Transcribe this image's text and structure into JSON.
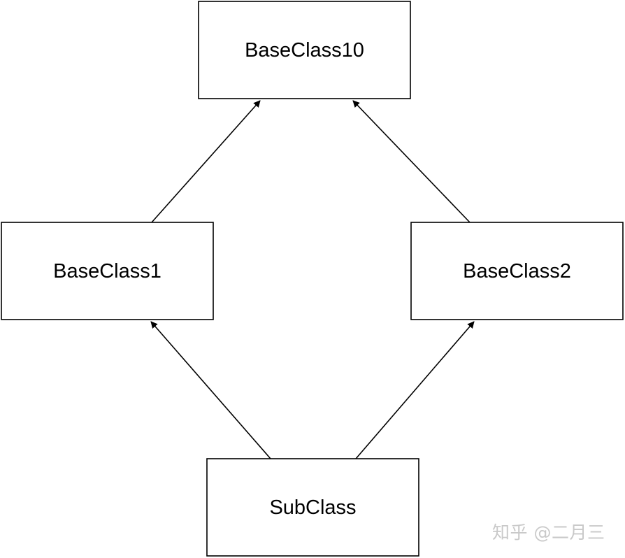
{
  "diagram": {
    "nodes": [
      {
        "id": "base10",
        "label": "BaseClass10"
      },
      {
        "id": "base1",
        "label": "BaseClass1"
      },
      {
        "id": "base2",
        "label": "BaseClass2"
      },
      {
        "id": "sub",
        "label": "SubClass"
      }
    ],
    "edges": [
      {
        "from": "base1",
        "to": "base10"
      },
      {
        "from": "base2",
        "to": "base10"
      },
      {
        "from": "sub",
        "to": "base1"
      },
      {
        "from": "sub",
        "to": "base2"
      }
    ]
  },
  "watermark": {
    "text": "知乎 @二月三"
  }
}
